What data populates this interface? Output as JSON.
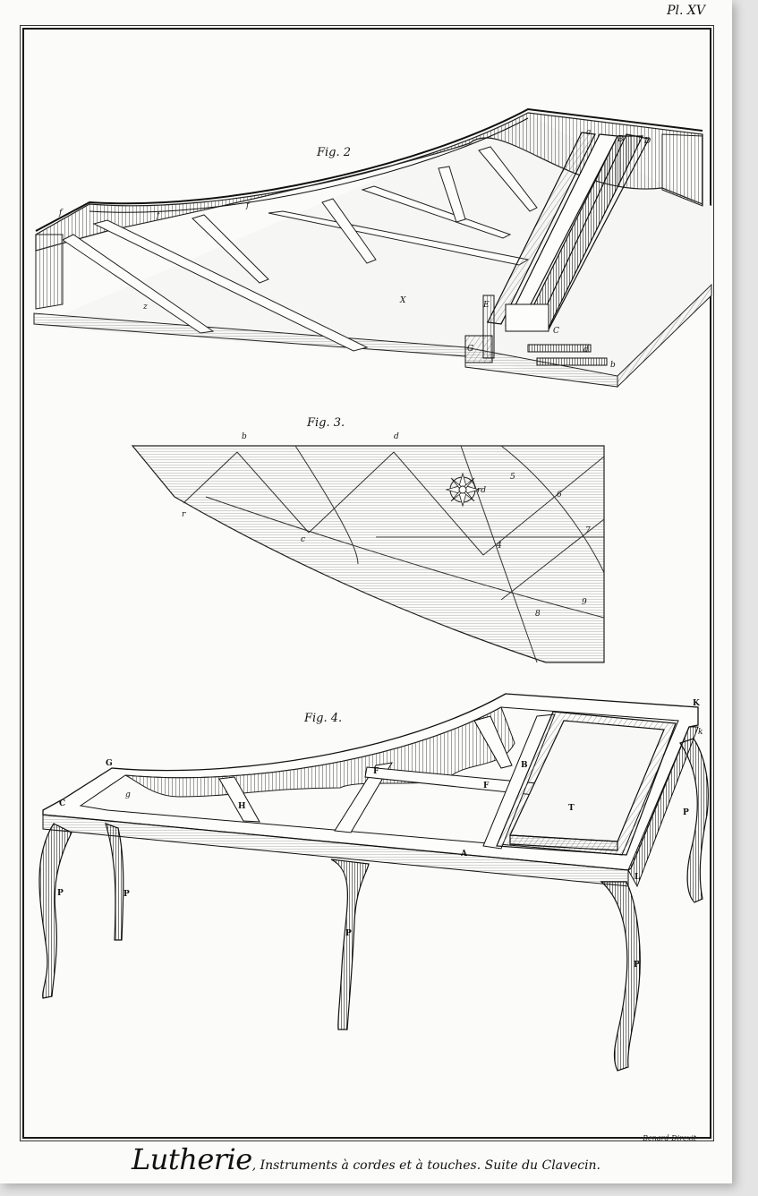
{
  "plate": {
    "number": "Pl. XV",
    "engraver": "Benard Direxit"
  },
  "caption": {
    "title": "Lutherie",
    "subtitle": ", Instruments à cordes et à touches. Suite du Clavecin."
  },
  "figures": {
    "fig2": {
      "label": "Fig. 2",
      "letters": [
        "f",
        "f",
        "f",
        "z",
        "X",
        "E",
        "G",
        "C",
        "d",
        "b",
        "a",
        "B",
        "D"
      ]
    },
    "fig3": {
      "label": "Fig. 3.",
      "letters": [
        "b",
        "d",
        "r",
        "c",
        "rd",
        "5",
        "6",
        "7",
        "4",
        "8",
        "9"
      ]
    },
    "fig4": {
      "label": "Fig. 4.",
      "letters": [
        "G",
        "C",
        "g",
        "H",
        "F",
        "F",
        "B",
        "A",
        "T",
        "K",
        "k",
        "L",
        "P",
        "P",
        "P",
        "P",
        "P"
      ]
    }
  }
}
